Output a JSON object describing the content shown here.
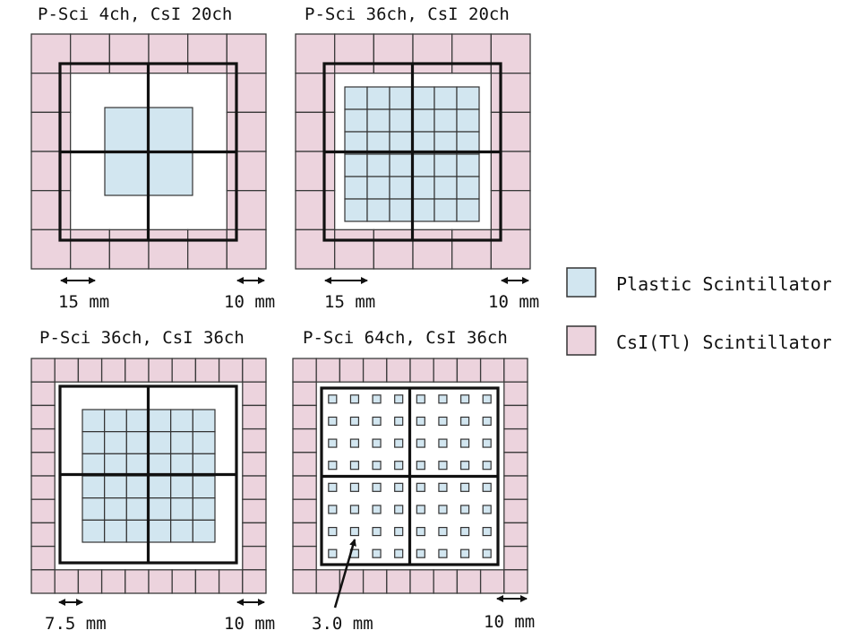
{
  "panels": [
    {
      "title": "P-Sci 4ch, CsI 20ch",
      "dim_left": "15 mm",
      "dim_right": "10 mm",
      "psci_channels": 4,
      "csi_channels": 20
    },
    {
      "title": "P-Sci 36ch, CsI 20ch",
      "dim_left": "15 mm",
      "dim_right": "10 mm",
      "psci_channels": 36,
      "csi_channels": 20
    },
    {
      "title": "P-Sci 36ch, CsI 36ch",
      "dim_left": "7.5 mm",
      "dim_right": "10 mm",
      "psci_channels": 36,
      "csi_channels": 36
    },
    {
      "title": "P-Sci 64ch, CsI 36ch",
      "dim_left": "3.0 mm",
      "dim_right": "10 mm",
      "psci_channels": 64,
      "csi_channels": 36
    }
  ],
  "legend": [
    {
      "label": "Plastic Scintillator",
      "color": "#d2e6f0"
    },
    {
      "label": "CsI(Tl) Scintillator",
      "color": "#ecd3dd"
    }
  ]
}
